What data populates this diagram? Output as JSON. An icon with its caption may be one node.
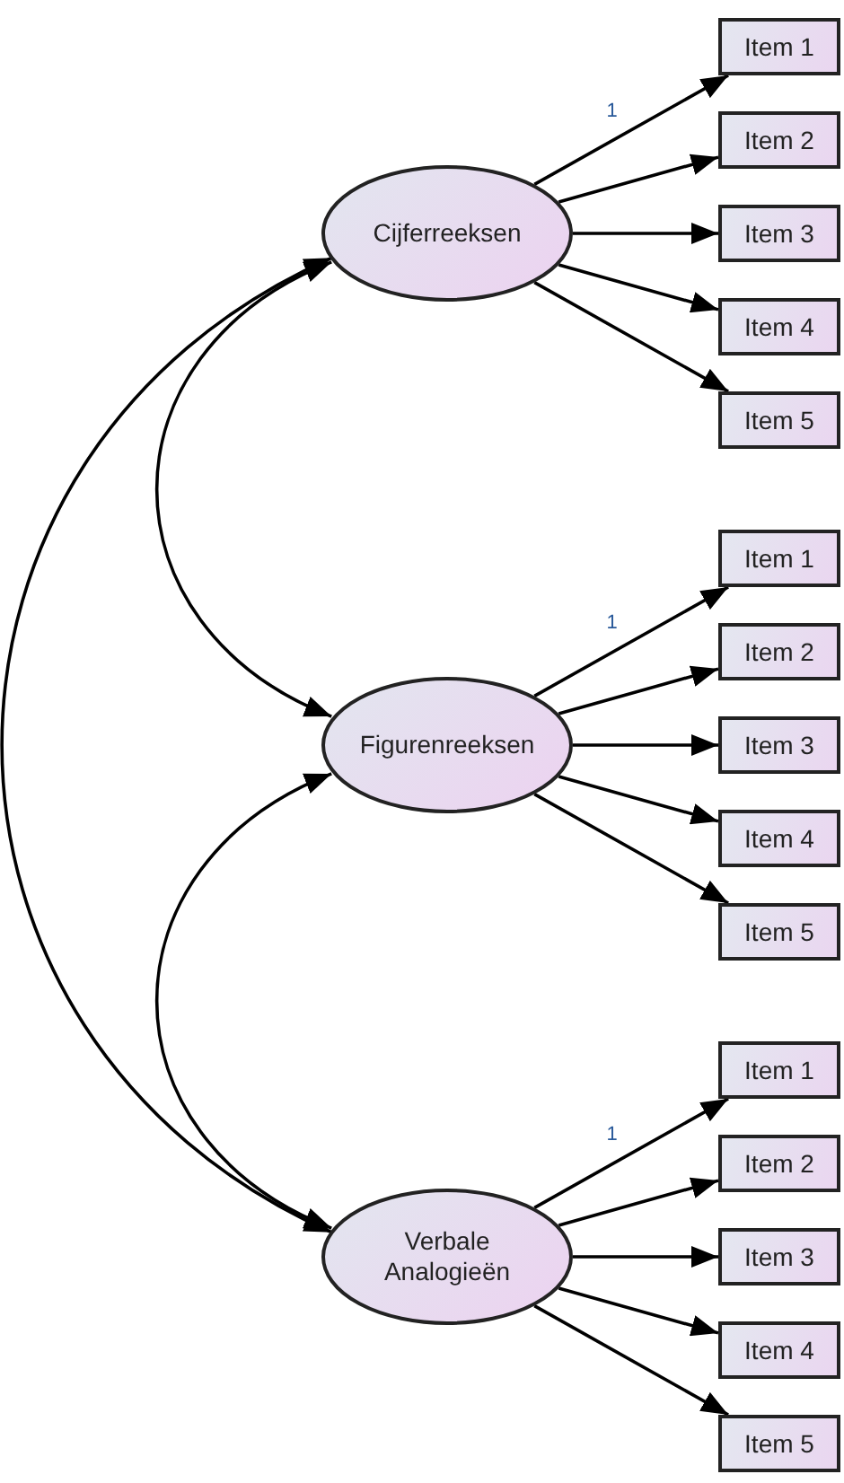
{
  "diagram": {
    "nodes": [
      {
        "text": [
          "Cijferreeksen"
        ]
      },
      {
        "text": [
          "Item 1"
        ]
      },
      {
        "text": [
          "Item 2"
        ]
      },
      {
        "text": [
          "Item 3"
        ]
      },
      {
        "text": [
          "Item 4"
        ]
      },
      {
        "text": [
          "Item 5"
        ]
      },
      {
        "text": [
          "Figurenreeksen"
        ]
      },
      {
        "text": [
          "Item 1"
        ]
      },
      {
        "text": [
          "Item 2"
        ]
      },
      {
        "text": [
          "Item 3"
        ]
      },
      {
        "text": [
          "Item 4"
        ]
      },
      {
        "text": [
          "Item 5"
        ]
      },
      {
        "text": [
          "Verbale Analogieën"
        ]
      },
      {
        "text": [
          "Item 1"
        ]
      },
      {
        "text": [
          "Item 2"
        ]
      },
      {
        "text": [
          "Item 3"
        ]
      },
      {
        "text": [
          "Item 4"
        ]
      },
      {
        "text": [
          "Item 5"
        ]
      }
    ],
    "edges": [
      {
        "from": 0,
        "to": 1,
        "arrow": "to",
        "label": "1"
      },
      {
        "from": 0,
        "to": 2,
        "arrow": "to"
      },
      {
        "from": 0,
        "to": 3,
        "arrow": "to"
      },
      {
        "from": 0,
        "to": 4,
        "arrow": "to"
      },
      {
        "from": 0,
        "to": 5,
        "arrow": "to"
      },
      {
        "from": 6,
        "to": 7,
        "arrow": "to",
        "label": "1"
      },
      {
        "from": 6,
        "to": 8,
        "arrow": "to"
      },
      {
        "from": 6,
        "to": 9,
        "arrow": "to"
      },
      {
        "from": 6,
        "to": 10,
        "arrow": "to"
      },
      {
        "from": 6,
        "to": 11,
        "arrow": "to"
      },
      {
        "from": 12,
        "to": 13,
        "arrow": "to",
        "label": "1"
      },
      {
        "from": 12,
        "to": 14,
        "arrow": "to"
      },
      {
        "from": 12,
        "to": 15,
        "arrow": "to"
      },
      {
        "from": 12,
        "to": 16,
        "arrow": "to"
      },
      {
        "from": 12,
        "to": 17,
        "arrow": "to"
      },
      {
        "from": 0,
        "to": 6,
        "arrow": "both"
      },
      {
        "from": 6,
        "to": 12,
        "arrow": "both"
      },
      {
        "from": 0,
        "to": 12,
        "arrow": "both"
      }
    ]
  }
}
